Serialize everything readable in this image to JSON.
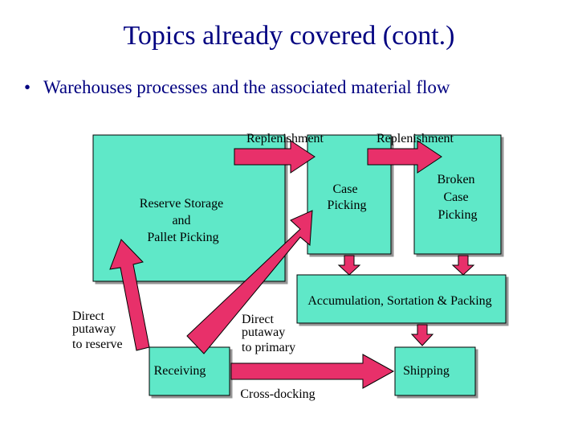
{
  "slide": {
    "title": "Topics already covered (cont.)",
    "bullet": "Warehouses processes and the associated material flow"
  },
  "diagram": {
    "boxes": {
      "reserve": [
        "Reserve Storage",
        "and",
        "Pallet Picking"
      ],
      "case": [
        "Case",
        "Picking"
      ],
      "broken": [
        "Broken",
        "Case",
        "Picking"
      ],
      "accumulation": "Accumulation, Sortation & Packing",
      "receiving": "Receiving",
      "shipping": "Shipping"
    },
    "arrows": {
      "replenishment_1": "Replenishment",
      "replenishment_2": "Replenishment",
      "direct_putaway_reserve": [
        "Direct",
        "putaway",
        "to reserve"
      ],
      "direct_putaway_primary": [
        "Direct",
        "putaway",
        "to primary"
      ],
      "cross_docking": "Cross-docking"
    }
  },
  "colors": {
    "box_fill": "#5fe8c8",
    "arrow_fill": "#e8306a",
    "title_text": "#000080"
  }
}
